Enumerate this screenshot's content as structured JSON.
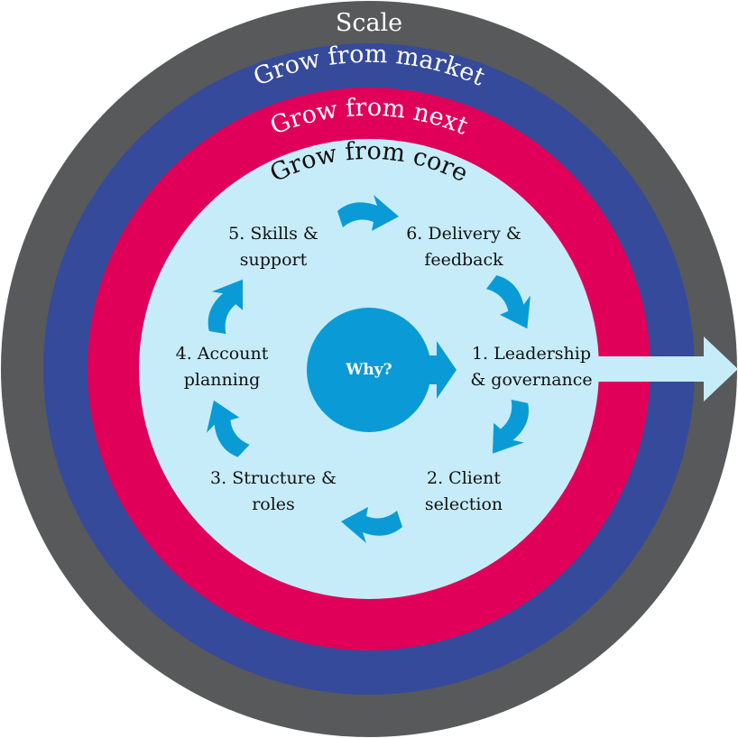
{
  "rings": {
    "scale": "Scale",
    "market": "Grow from market",
    "next": "Grow from next",
    "core": "Grow from core"
  },
  "center": "Why?",
  "steps": [
    {
      "line1": "1. Leadership",
      "line2": "& governance"
    },
    {
      "line1": "2. Client",
      "line2": "selection"
    },
    {
      "line1": "3. Structure &",
      "line2": "roles"
    },
    {
      "line1": "4. Account",
      "line2": "planning"
    },
    {
      "line1": "5. Skills &",
      "line2": "support"
    },
    {
      "line1": "6. Delivery &",
      "line2": "feedback"
    }
  ],
  "colors": {
    "scale_ring": "#58595b",
    "market_ring": "#354a9b",
    "next_ring": "#e0005a",
    "core_disc": "#c6ecfa",
    "cycle_arrows": "#0a9bd7",
    "exit_arrow": "#c6ecfa"
  }
}
